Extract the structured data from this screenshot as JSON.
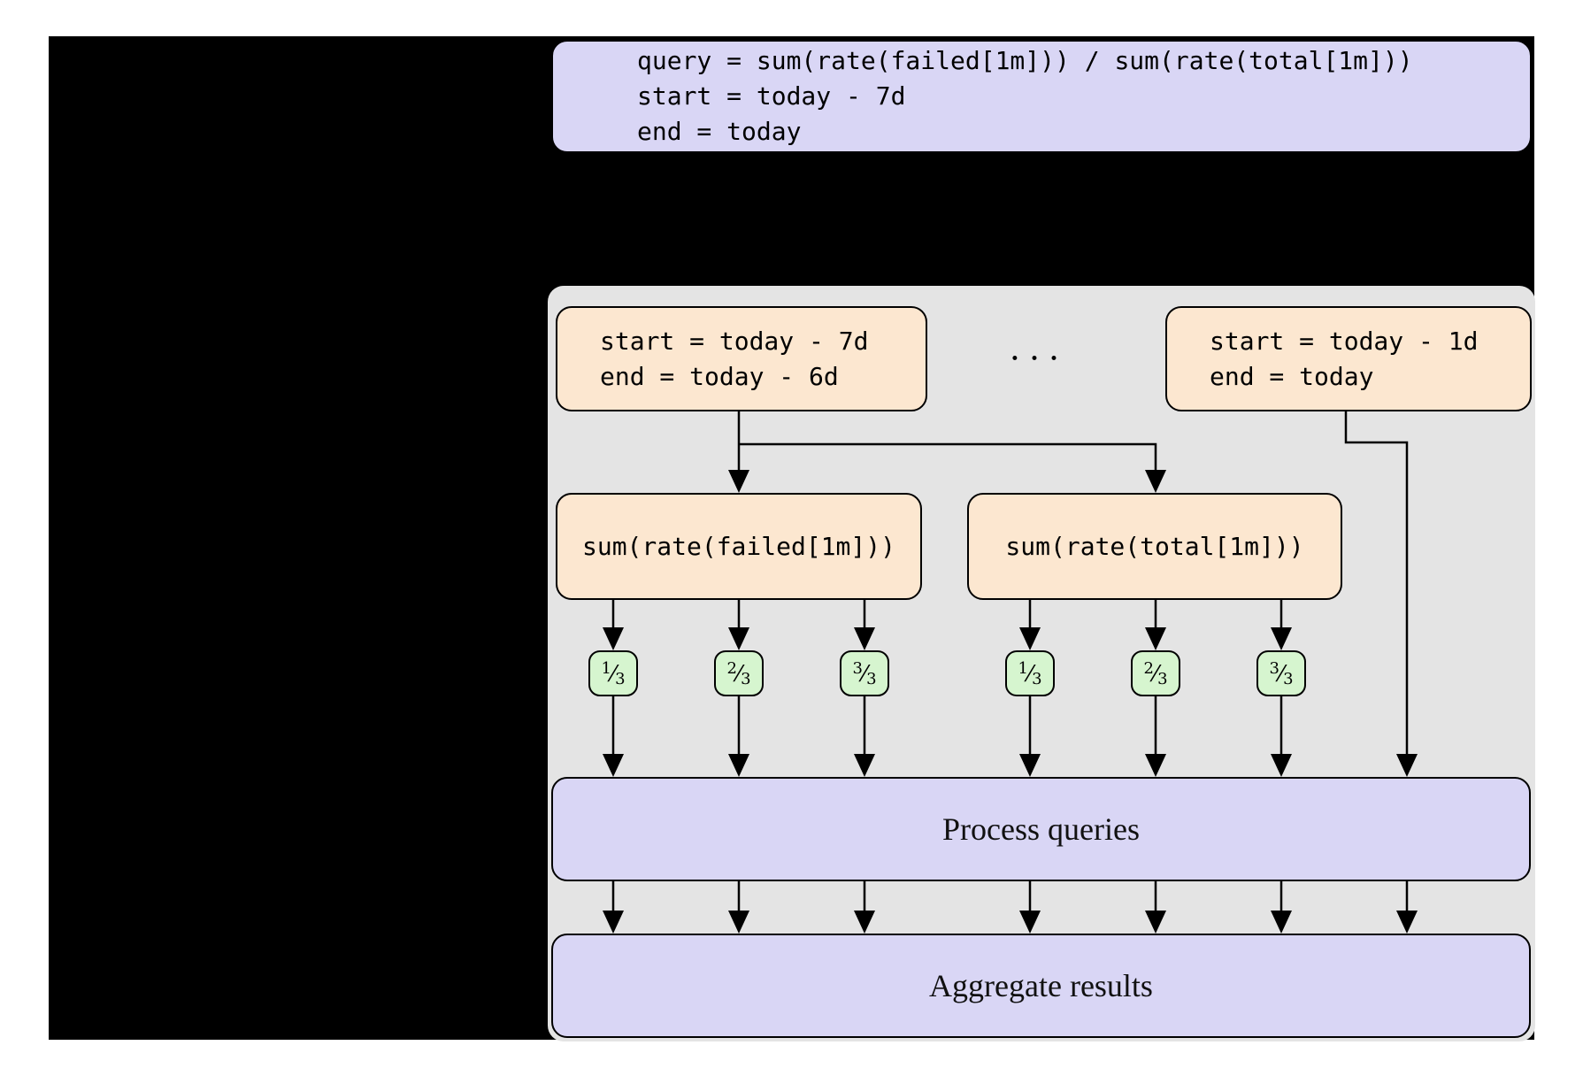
{
  "colors": {
    "page_bg": "#ffffff",
    "black_panel": "#000000",
    "container_gray": "#e4e4e4",
    "box_lavender": "#d9d6f5",
    "box_peach": "#fce7d0",
    "box_green": "#d6f5cf",
    "line_black": "#000000"
  },
  "code_box": {
    "lines": [
      "query = sum(rate(failed[1m])) / sum(rate(total[1m]))",
      "start = today - 7d",
      "end = today"
    ]
  },
  "pipeline": {
    "range_left": {
      "lines": [
        "start = today - 7d",
        "end = today - 6d"
      ]
    },
    "ellipsis": "···",
    "range_right": {
      "lines": [
        "start = today - 1d",
        "end = today"
      ]
    },
    "query_left": "sum(rate(failed[1m]))",
    "query_right": "sum(rate(total[1m]))",
    "shards": [
      {
        "num": "1",
        "den": "3"
      },
      {
        "num": "2",
        "den": "3"
      },
      {
        "num": "3",
        "den": "3"
      },
      {
        "num": "1",
        "den": "3"
      },
      {
        "num": "2",
        "den": "3"
      },
      {
        "num": "3",
        "den": "3"
      }
    ],
    "process_label": "Process queries",
    "aggregate_label": "Aggregate results"
  }
}
